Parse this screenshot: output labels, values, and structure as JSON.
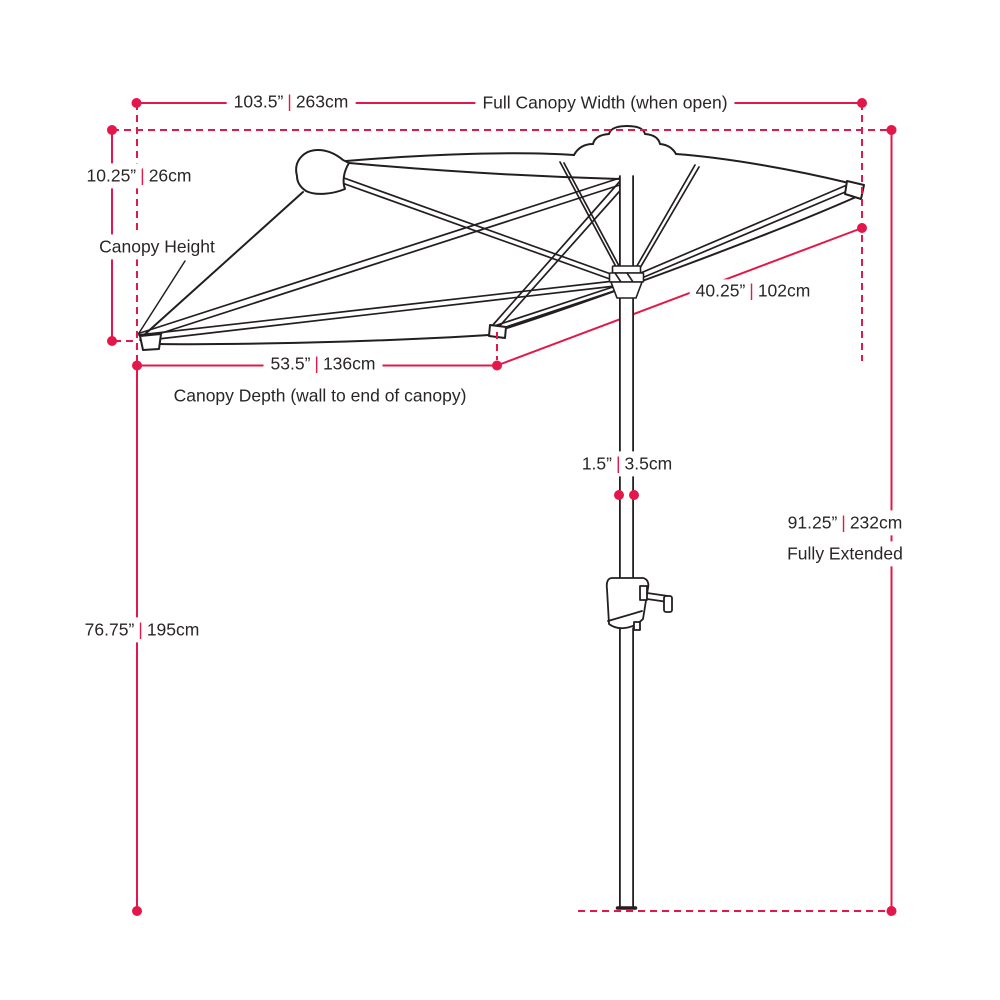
{
  "diagram": {
    "accent_color": "#e4174a",
    "line_color": "#231f20",
    "separator": "|",
    "dimensions": {
      "full_canopy_width": {
        "inches": "103.5”",
        "cm": "263cm",
        "label": "Full Canopy Width (when open)"
      },
      "canopy_height": {
        "inches": "10.25”",
        "cm": "26cm",
        "label": "Canopy Height"
      },
      "canopy_depth": {
        "inches": "53.5”",
        "cm": "136cm",
        "label": "Canopy Depth (wall to end of canopy)"
      },
      "canopy_diagonal": {
        "inches": "40.25”",
        "cm": "102cm"
      },
      "pole_diameter": {
        "inches": "1.5”",
        "cm": "3.5cm"
      },
      "fully_extended": {
        "inches": "91.25”",
        "cm": "232cm",
        "label": "Fully Extended"
      },
      "pole_height": {
        "inches": "76.75”",
        "cm": "195cm"
      }
    }
  }
}
